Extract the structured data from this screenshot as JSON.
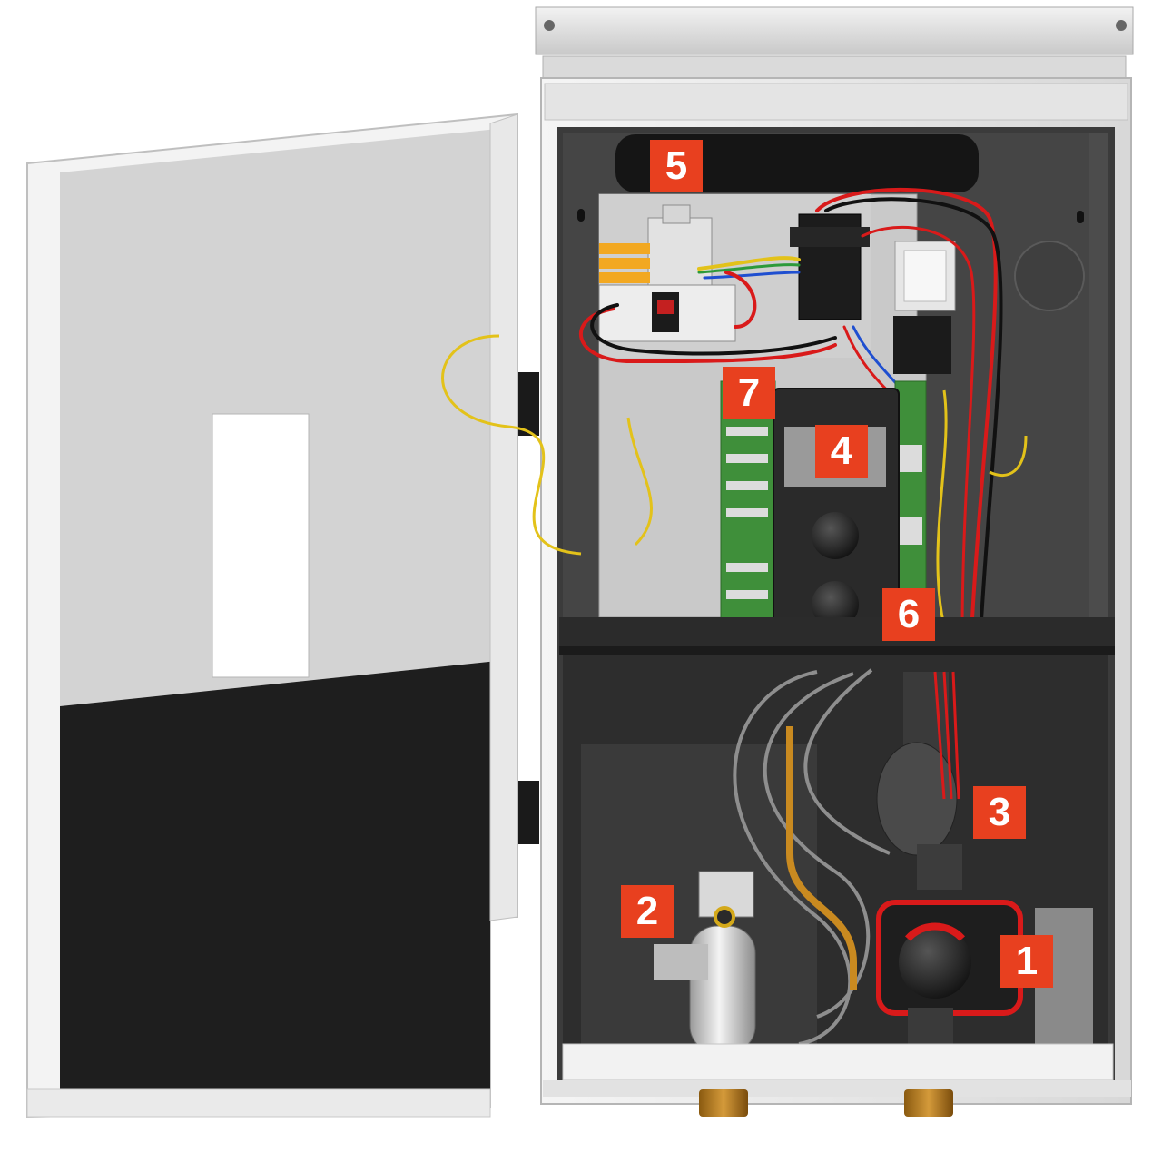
{
  "colors": {
    "callout_bg": "#e8401f",
    "callout_text": "#ffffff",
    "cabinet_shell": "#e9e9e9",
    "cabinet_interior": "#3a3a3a",
    "door_inner": "#d4d4d4",
    "door_lower_panel": "#1e1e1e",
    "wire_red": "#d91a1a",
    "wire_yellow": "#e3c21a",
    "wire_blue": "#1f4fd0",
    "wire_green": "#2c9a3a",
    "pcb_green": "#3f8f3a"
  },
  "callouts": [
    {
      "id": "1",
      "label": "1"
    },
    {
      "id": "2",
      "label": "2"
    },
    {
      "id": "3",
      "label": "3"
    },
    {
      "id": "4",
      "label": "4"
    },
    {
      "id": "5",
      "label": "5"
    },
    {
      "id": "6",
      "label": "6"
    },
    {
      "id": "7",
      "label": "7"
    }
  ],
  "components": {
    "door": "open-cabinet-door",
    "top_bracket": "wall-mounting-bracket",
    "terminal_block": "din-rail-terminals",
    "circuit_breaker": "circuit-breaker",
    "relay": "relay-module",
    "transformer": "transformer",
    "control_board": "control-pcb",
    "controller": "controller-display-unit",
    "actuator": "valve-actuator",
    "pump": "circulation-pump",
    "expansion_vessel": "expansion-vessel",
    "pipe_connections": "bottom-pipe-connections"
  }
}
